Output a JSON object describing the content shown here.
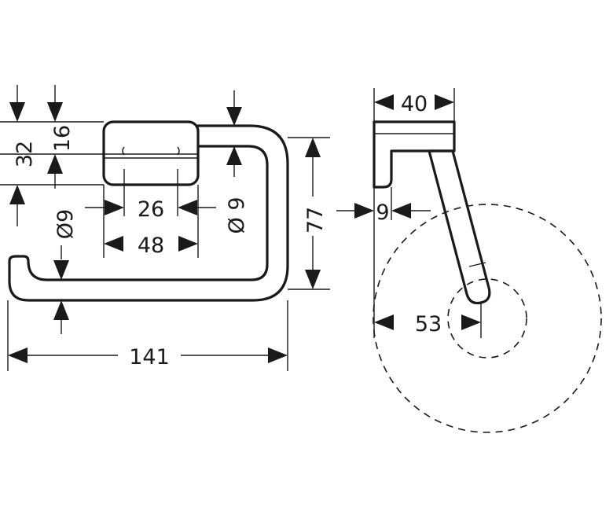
{
  "front_view": {
    "dims": {
      "width_total": "141",
      "height_total": "32",
      "height_cap": "16",
      "cap_width": "48",
      "cap_gap": "26",
      "rod_diam_left": "Ø9",
      "rod_diam_right": "Ø 9",
      "height_arm": "77"
    }
  },
  "side_view": {
    "dims": {
      "depth": "40",
      "rod_diam": "9",
      "roll_offset": "53"
    }
  }
}
